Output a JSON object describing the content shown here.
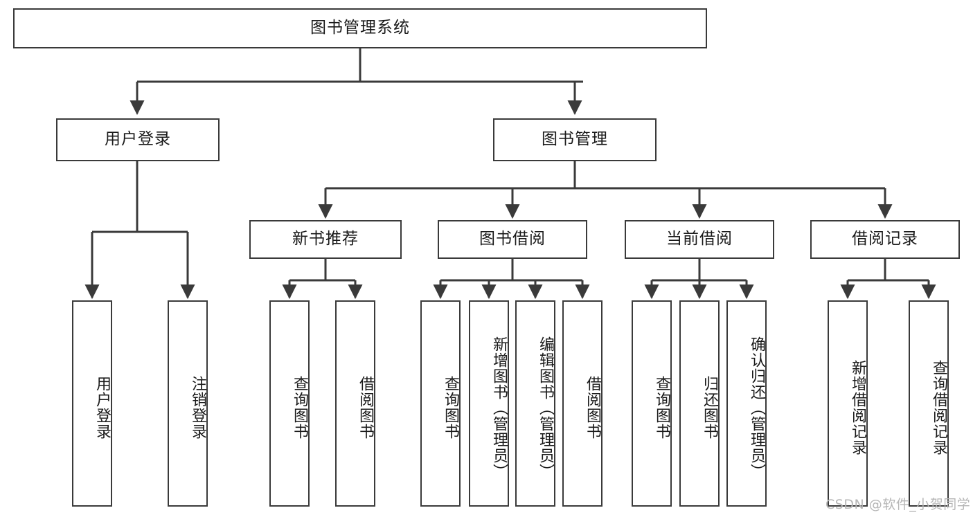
{
  "diagram": {
    "title": "图书管理系统",
    "type": "tree",
    "watermark": "CSDN @软件_小贺同学",
    "colors": {
      "background": "#ffffff",
      "box_border": "#3a3a3a",
      "box_fill": "#ffffff",
      "edge": "#3a3a3a",
      "text": "#1a1a1a",
      "watermark": "#b6b6b6"
    },
    "nodes": {
      "root": {
        "label": "图书管理系统",
        "orientation": "horizontal"
      },
      "level1": [
        {
          "id": "user-login",
          "label": "用户登录",
          "orientation": "horizontal"
        },
        {
          "id": "book-manage",
          "label": "图书管理",
          "orientation": "horizontal"
        }
      ],
      "level2": [
        {
          "id": "new-book-recommend",
          "label": "新书推荐",
          "orientation": "horizontal"
        },
        {
          "id": "book-borrow",
          "label": "图书借阅",
          "orientation": "horizontal"
        },
        {
          "id": "current-borrow",
          "label": "当前借阅",
          "orientation": "horizontal"
        },
        {
          "id": "borrow-record",
          "label": "借阅记录",
          "orientation": "horizontal"
        }
      ],
      "leaves": {
        "user-login": [
          {
            "id": "leaf-user-login",
            "label": "用户登录",
            "orientation": "vertical"
          },
          {
            "id": "leaf-logout",
            "label": "注销登录",
            "orientation": "vertical"
          }
        ],
        "new-book-recommend": [
          {
            "id": "leaf-query-book-1",
            "label": "查询图书",
            "orientation": "vertical"
          },
          {
            "id": "leaf-borrow-book-1",
            "label": "借阅图书",
            "orientation": "vertical"
          }
        ],
        "book-borrow": [
          {
            "id": "leaf-query-book-2",
            "label": "查询图书",
            "orientation": "vertical"
          },
          {
            "id": "leaf-add-book",
            "label": "新增图书（管理员）",
            "orientation": "vertical"
          },
          {
            "id": "leaf-edit-book",
            "label": "编辑图书（管理员）",
            "orientation": "vertical"
          },
          {
            "id": "leaf-borrow-book-2",
            "label": "借阅图书",
            "orientation": "vertical"
          }
        ],
        "current-borrow": [
          {
            "id": "leaf-query-book-3",
            "label": "查询图书",
            "orientation": "vertical"
          },
          {
            "id": "leaf-return-book",
            "label": "归还图书",
            "orientation": "vertical"
          },
          {
            "id": "leaf-confirm-return",
            "label": "确认归还（管理员）",
            "orientation": "vertical"
          }
        ],
        "borrow-record": [
          {
            "id": "leaf-add-record",
            "label": "新增借阅记录",
            "orientation": "vertical"
          },
          {
            "id": "leaf-query-record",
            "label": "查询借阅记录",
            "orientation": "vertical"
          }
        ]
      }
    }
  }
}
